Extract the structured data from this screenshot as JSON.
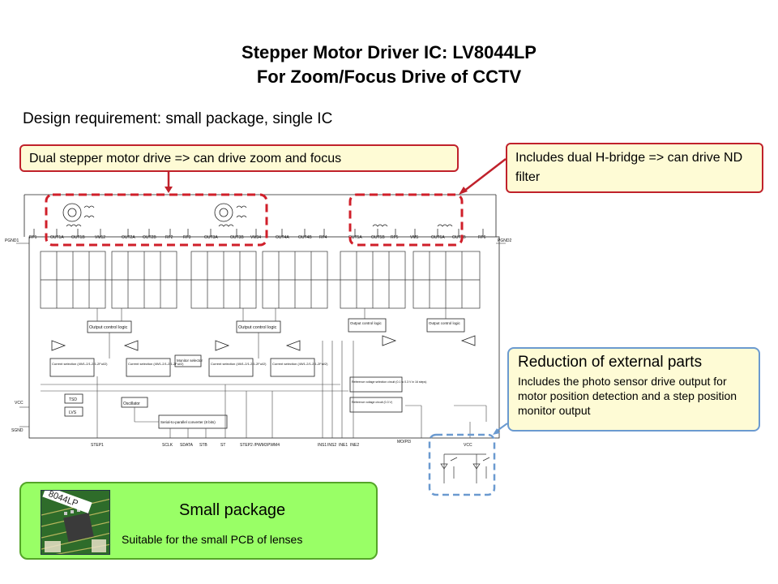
{
  "title": {
    "line1": "Stepper Motor Driver IC: LV8044LP",
    "line2": "For Zoom/Focus Drive of CCTV"
  },
  "requirement": "Design requirement: small package, single IC",
  "callouts": {
    "dual_stepper": "Dual stepper motor drive => can drive zoom and focus",
    "dual_hbridge": "Includes dual H-bridge => can drive ND filter",
    "reduction_title": "Reduction of external parts",
    "reduction_body": "Includes the photo sensor drive output for motor position detection and a step position monitor output"
  },
  "package_box": {
    "title": "Small package",
    "description": "Suitable for the small PCB of lenses",
    "chip_marking": "8044LP"
  },
  "schematic": {
    "top_pins": [
      "RF1",
      "OUT1A",
      "OUT1B",
      "VM12",
      "OUT2A",
      "OUT2B",
      "RF2",
      "RF3",
      "OUT3A",
      "OUT3B",
      "VM34",
      "OUT4A",
      "OUT4B",
      "RF4",
      "OUT5A",
      "OUT5B",
      "RF5",
      "VM5",
      "OUT6A",
      "OUT6B",
      "RF6"
    ],
    "bottom_pins": [
      "STEP1",
      "SCLK",
      "SDATA",
      "STB",
      "ST",
      "STEP2 /PWM3",
      "PWM4",
      "INS1",
      "INS2",
      "INE1",
      "INE2",
      "MO/PI3"
    ],
    "side_labels": [
      "PGND1",
      "PGND2",
      "VCC",
      "SGND",
      "VCC"
    ],
    "blocks": {
      "output_logic_1": "Output control logic",
      "output_logic_2": "Output control logic",
      "output_logic_3": "Output control logic",
      "output_logic_4": "Output control logic",
      "current_sel_1": "Current selection (4W1-2/1-2/1-2Ful/2)",
      "current_sel_2": "Current selection (4W1-2/1-2/1-2Ful/2)",
      "current_sel_3": "Current selection (4W1-2/1-2/1-2Ful/2)",
      "current_sel_4": "Current selection (4W1-2/1-2/1-2Ful/2)",
      "monitor": "Monitor selector",
      "tsd": "TSD",
      "lvs": "LVS",
      "oscillator": "Oscillator",
      "serial": "Serial-to-parallel converter (8 bits)",
      "ref_select": "Reference voltage selection circuit (0.1 to 0.3 V in 16 steps)",
      "ref_circuit": "Reference voltage circuit (0.3 V)"
    }
  },
  "colors": {
    "callout_bg": "#fefbd5",
    "red_border": "#c0212b",
    "blue_border": "#6b9ad0",
    "package_bg": "#99ff66",
    "package_border": "#54a528"
  }
}
